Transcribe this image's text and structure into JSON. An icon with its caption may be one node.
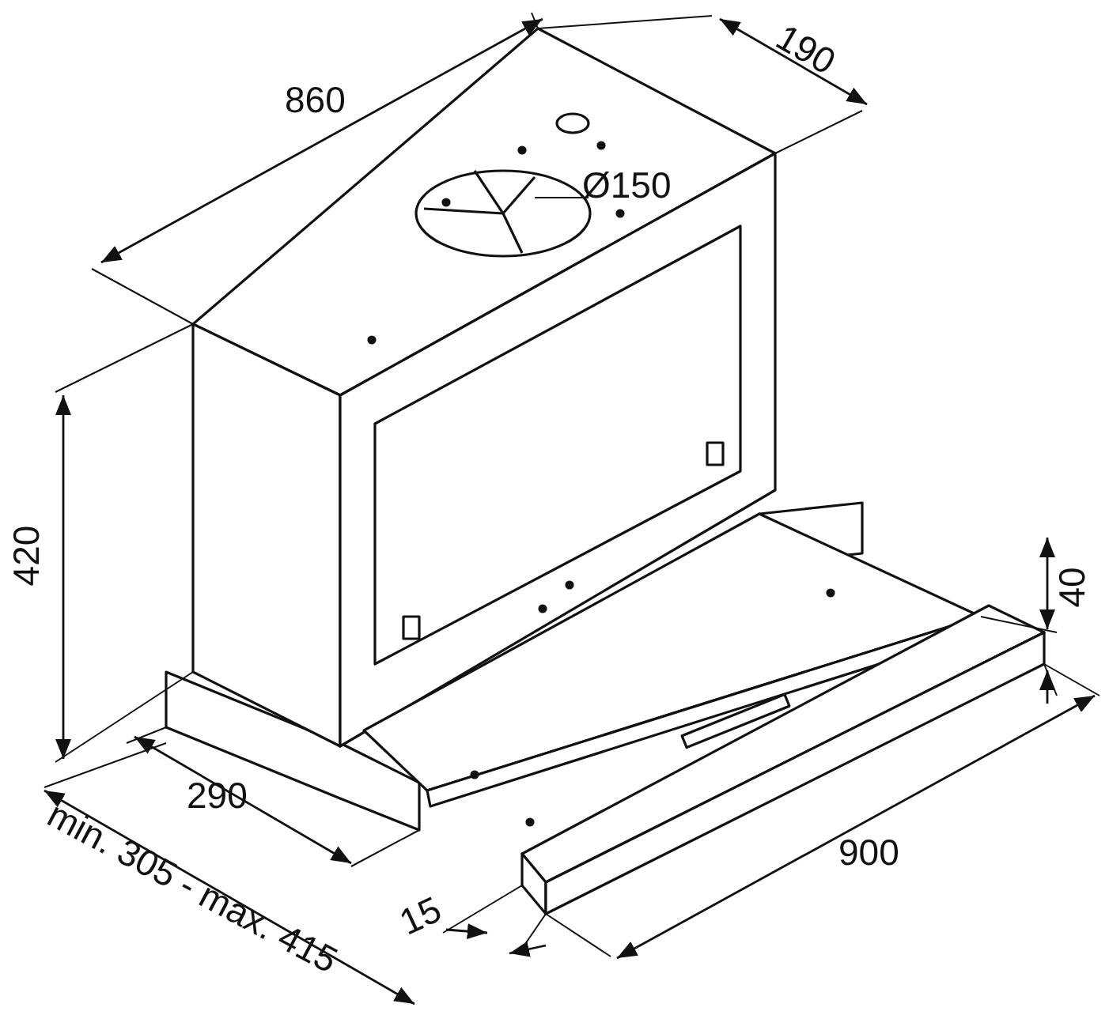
{
  "diagram": {
    "labels": [
      "860",
      "190",
      "Ø150",
      "420",
      "40",
      "290",
      "900",
      "min. 305 - max. 415",
      "15"
    ]
  }
}
